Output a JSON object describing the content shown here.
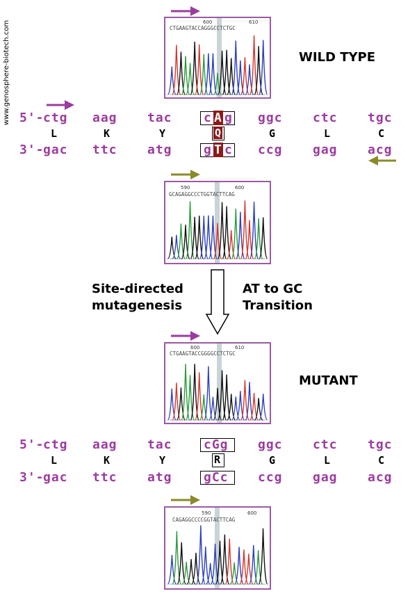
{
  "watermark": "www.genosphere-biotech.com",
  "colors": {
    "purple": "#9b3c9e",
    "olive": "#8a8a2a",
    "box_red": "#8b1a1a",
    "panel_border": "#9b5aa3"
  },
  "wild_type": {
    "label": "WILD TYPE",
    "top_trace": {
      "tick_left": "600",
      "tick_right": "610",
      "bases": "CTGAAGTACCAGGGCCTCTGC"
    },
    "bottom_trace": {
      "tick_left": "590",
      "tick_right": "600",
      "bases": "GCAGAGGCCCTGGTACTTCAG"
    },
    "top_strand": {
      "prefix": "5'-",
      "codons": [
        "ctg",
        "aag",
        "tac"
      ],
      "mut_codon": [
        "c",
        "A",
        "g"
      ],
      "rest": [
        "ggc",
        "ctc",
        "tgc"
      ]
    },
    "aminos": [
      "L",
      "K",
      "Y",
      "Q",
      "G",
      "L",
      "C"
    ],
    "bottom_strand": {
      "prefix": "3'-",
      "codons": [
        "gac",
        "ttc",
        "atg"
      ],
      "mut_codon": [
        "g",
        "T",
        "c"
      ],
      "rest": [
        "ccg",
        "gag",
        "acg"
      ]
    }
  },
  "middle": {
    "left_line1": "Site-directed",
    "left_line2": "mutagenesis",
    "right_line1": "AT to GC",
    "right_line2": "Transition"
  },
  "mutant": {
    "label": "MUTANT",
    "top_trace": {
      "tick_left": "600",
      "tick_right": "610",
      "bases": "CTGAAGTACCGGGGCCTCTGC"
    },
    "bottom_trace": {
      "tick_left": "590",
      "tick_right": "600",
      "bases": "CAGAGGCCCCGGTACTTCAG"
    },
    "top_strand": {
      "prefix": "5'-",
      "codons": [
        "ctg",
        "aag",
        "tac"
      ],
      "mut_codon": "cGg",
      "rest": [
        "ggc",
        "ctc",
        "tgc"
      ]
    },
    "aminos": [
      "L",
      "K",
      "Y",
      "R",
      "G",
      "L",
      "C"
    ],
    "bottom_strand": {
      "prefix": "3'-",
      "codons": [
        "gac",
        "ttc",
        "atg"
      ],
      "mut_codon": "gCc",
      "rest": [
        "ccg",
        "gag",
        "acg"
      ]
    }
  }
}
